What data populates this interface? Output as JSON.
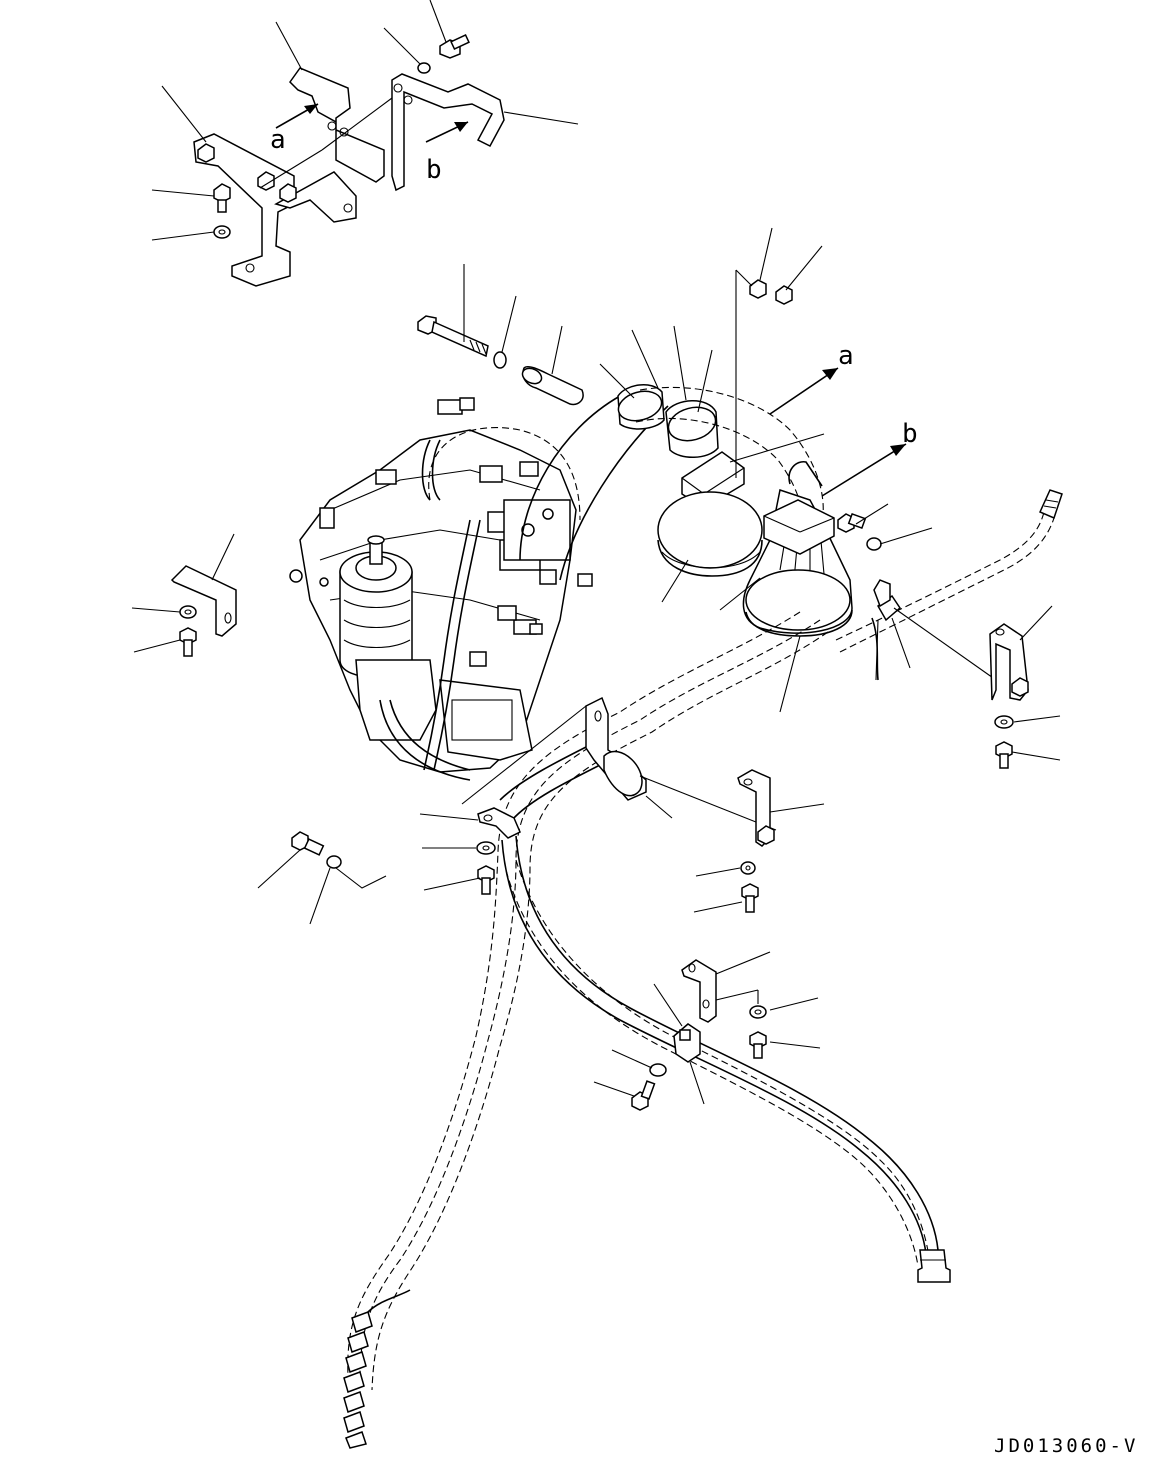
{
  "diagram": {
    "view_labels": {
      "a": "a",
      "b": "b"
    },
    "drawing_code": "JD013060-V"
  }
}
